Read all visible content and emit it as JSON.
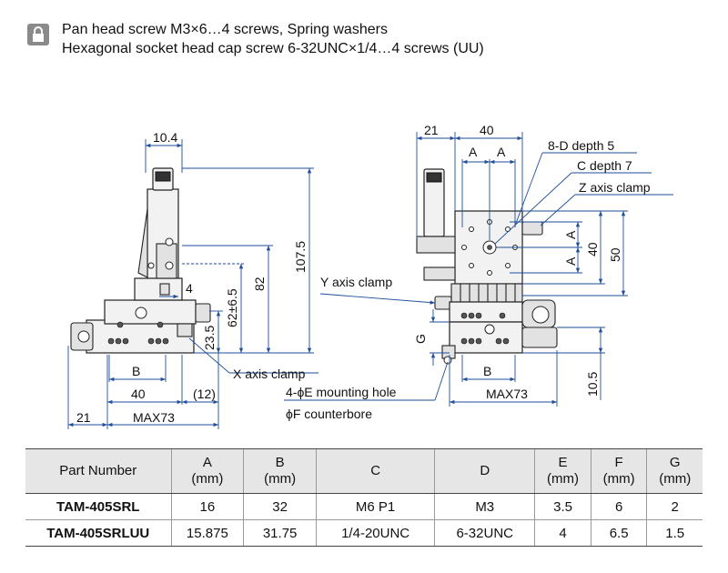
{
  "note": {
    "icon": "screw-lock-icon",
    "line1": "Pan head screw M3×6…4 screws, Spring washers",
    "line2": "Hexagonal socket head cap screw 6-32UNC×1/4…4 screws (UU)"
  },
  "front_view": {
    "dims": {
      "top_width": "10.4",
      "total_height": "107.5",
      "height_82": "82",
      "height_62": "62±6.5",
      "height_23": "23.5",
      "width_4": "4",
      "b": "B",
      "width_40": "40",
      "width_12": "(12)",
      "width_21": "21",
      "max73": "MAX73"
    },
    "labels": {
      "x_clamp": "X axis clamp"
    }
  },
  "side_view": {
    "dims": {
      "width_21": "21",
      "width_40": "40",
      "a1": "A",
      "a2": "A",
      "a_v1": "A",
      "a_v2": "A",
      "height_40": "40",
      "height_50": "50",
      "g": "G",
      "b": "B",
      "max73": "MAX73",
      "height_105": "10.5"
    },
    "labels": {
      "d_depth": "8-D depth 5",
      "c_depth": "C depth 7",
      "z_clamp": "Z axis clamp",
      "y_clamp": "Y axis clamp",
      "mount_hole": "4-ϕE mounting hole",
      "counterbore": "ϕF counterbore"
    }
  },
  "table": {
    "headers": [
      {
        "main": "Part Number",
        "unit": ""
      },
      {
        "main": "A",
        "unit": "(mm)"
      },
      {
        "main": "B",
        "unit": "(mm)"
      },
      {
        "main": "C",
        "unit": ""
      },
      {
        "main": "D",
        "unit": ""
      },
      {
        "main": "E",
        "unit": "(mm)"
      },
      {
        "main": "F",
        "unit": "(mm)"
      },
      {
        "main": "G",
        "unit": "(mm)"
      }
    ],
    "rows": [
      [
        "TAM-405SRL",
        "16",
        "32",
        "M6 P1",
        "M3",
        "3.5",
        "6",
        "2"
      ],
      [
        "TAM-405SRLUU",
        "15.875",
        "31.75",
        "1/4-20UNC",
        "6-32UNC",
        "4",
        "6.5",
        "1.5"
      ]
    ]
  },
  "colors": {
    "dimension": "#1f4e9a",
    "header_bg": "#e6e6e6"
  }
}
